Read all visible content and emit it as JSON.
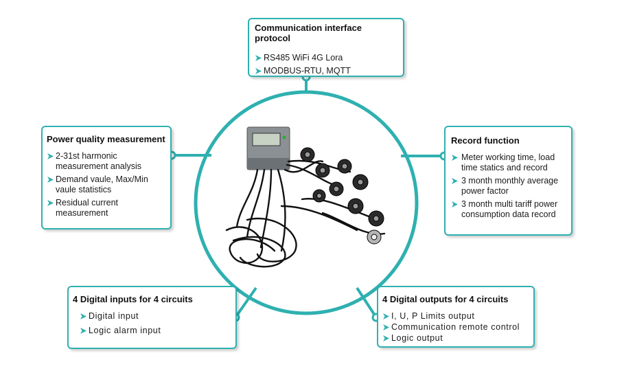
{
  "colors": {
    "accent": "#2fb0b0",
    "bullet": "#2fb0b0"
  },
  "center": {
    "image": "energy-meter-with-current-transformers"
  },
  "boxes": {
    "communication": {
      "title": "Communication interface protocol",
      "items": [
        "RS485 WiFi 4G Lora",
        "MODBUS-RTU, MQTT"
      ]
    },
    "power_quality": {
      "title": "Power quality measurement",
      "items": [
        "2-31st harmonic measurement  analysis",
        "Demand vaule, Max/Min vaule statistics",
        "Residual current measurement"
      ]
    },
    "record": {
      "title": "Record function",
      "items": [
        "Meter working time, load time statics and record",
        "3 month monthly average power factor",
        "3 month multi tariff power consumption data record"
      ]
    },
    "inputs": {
      "title": "4 Digital inputs for 4 circuits",
      "items": [
        "Digital input",
        "Logic alarm input"
      ]
    },
    "outputs": {
      "title": "4 Digital outputs for 4 circuits",
      "items": [
        "I, U, P Limits output",
        "Communication remote control",
        "Logic output"
      ]
    }
  }
}
